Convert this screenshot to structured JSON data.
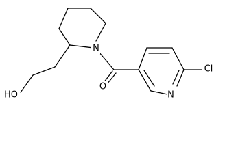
{
  "structure": {
    "atoms": [
      {
        "id": "N_pip",
        "label": "N"
      },
      {
        "id": "O_carbonyl",
        "label": "O"
      },
      {
        "id": "N_pyr",
        "label": "N"
      },
      {
        "id": "Cl",
        "label": "Cl"
      },
      {
        "id": "OH",
        "label": "HO"
      }
    ]
  }
}
